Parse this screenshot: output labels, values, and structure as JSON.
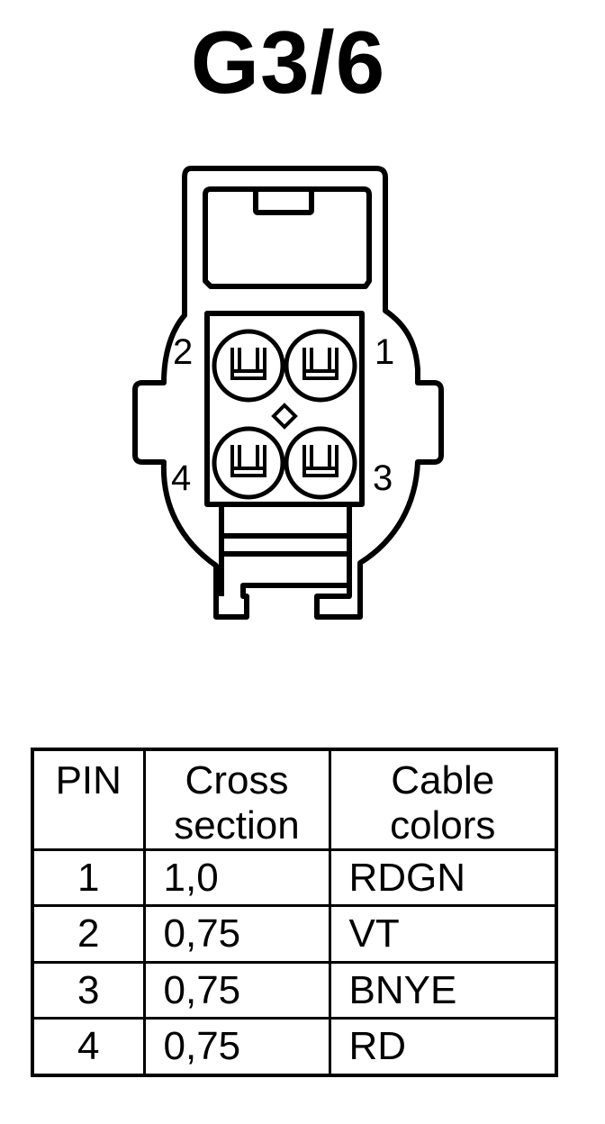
{
  "title": "G3/6",
  "connector": {
    "pin_labels": [
      "1",
      "2",
      "3",
      "4"
    ]
  },
  "table": {
    "headers": [
      [
        "PIN"
      ],
      [
        "Cross",
        "section"
      ],
      [
        "Cable",
        "colors"
      ]
    ],
    "rows": [
      {
        "pin": "1",
        "cross_section": "1,0",
        "color": "RDGN"
      },
      {
        "pin": "2",
        "cross_section": "0,75",
        "color": "VT"
      },
      {
        "pin": "3",
        "cross_section": "0,75",
        "color": "BNYE"
      },
      {
        "pin": "4",
        "cross_section": "0,75",
        "color": "RD"
      }
    ]
  }
}
